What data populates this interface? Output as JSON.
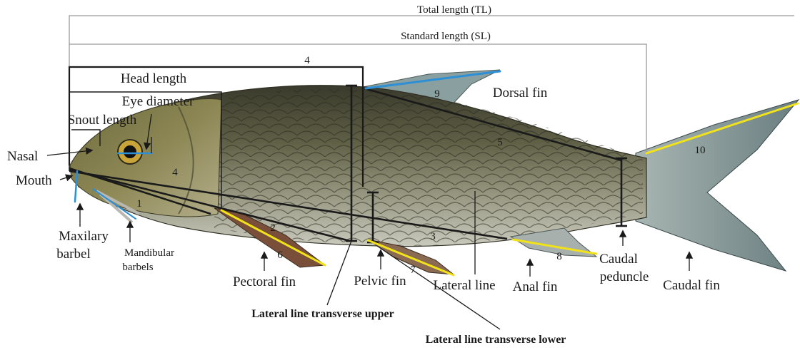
{
  "measures": {
    "total_length": "Total length (TL)",
    "standard_length": "Standard length (SL)",
    "head_length": "Head length",
    "eye_diameter": "Eye diameter",
    "snout_length": "Snout length"
  },
  "parts": {
    "nasal": "Nasal",
    "mouth": "Mouth",
    "maxilary_barbel_line1": "Maxilary",
    "maxilary_barbel_line2": "barbel",
    "mandibular_barbels_line1": "Mandibular",
    "mandibular_barbels_line2": "barbels",
    "pectoral_fin": "Pectoral fin",
    "pelvic_fin": "Pelvic fin",
    "lateral_line": "Lateral line",
    "anal_fin": "Anal fin",
    "caudal_peduncle_line1": "Caudal",
    "caudal_peduncle_line2": "peduncle",
    "caudal_fin": "Caudal fin",
    "dorsal_fin": "Dorsal fin"
  },
  "transverse": {
    "upper": "Lateral line transverse upper",
    "lower": "Lateral line transverse lower"
  },
  "numbers": {
    "n1": "1",
    "n2": "2",
    "n3": "3",
    "n4_top": "4",
    "n4_head": "4",
    "n5": "5",
    "n6": "6",
    "n7": "7",
    "n8": "8",
    "n9": "9",
    "n10": "10"
  },
  "colors": {
    "fin_highlight": "#f2e21a",
    "dorsal_highlight": "#2d8fd6",
    "barbel_highlight": "#2d8fd6",
    "measure_line": "#1a1a1a",
    "guide_line": "#9a9a9a"
  }
}
